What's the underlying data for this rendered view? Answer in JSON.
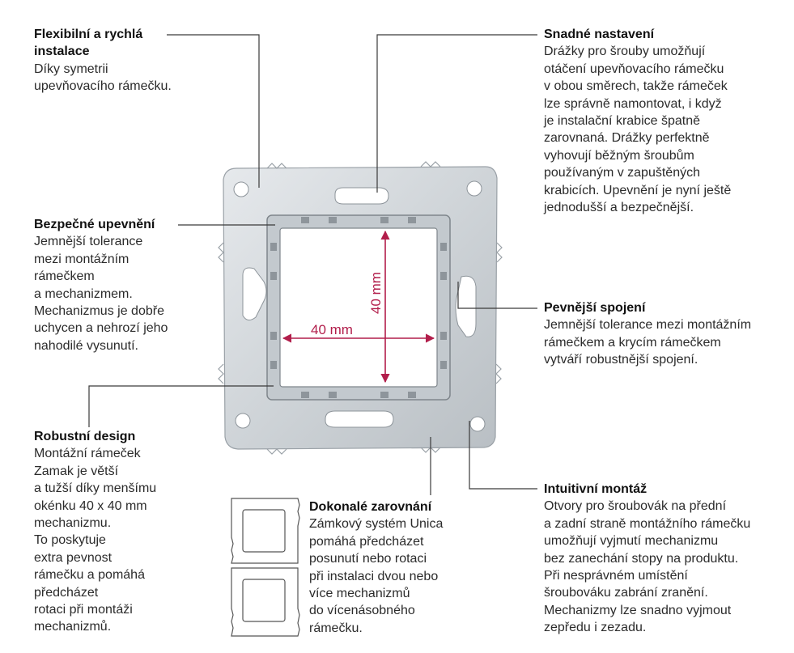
{
  "callouts": {
    "flexible": {
      "title": "Flexibilní a rychlá\ninstalace",
      "body": "Díky symetrii\nupevňovacího rámečku."
    },
    "easy_setting": {
      "title": "Snadné nastavení",
      "body": "Drážky pro šrouby umožňují\notáčení upevňovacího rámečku\nv obou směrech, takže rámeček\nlze správně namontovat, i když\nje instalační krabice špatně\nzarovnaná. Drážky perfektně\nvyhovují běžným šroubům\npoužívaným v zapuštěných\nkrabicích. Upevnění je nyní ještě\njednodušší a bezpečnější."
    },
    "secure_mount": {
      "title": "Bezpečné upevnění",
      "body": "Jemnější tolerance\nmezi montážním\nrámečkem\na mechanizmem.\nMechanizmus je dobře\nuchycen a nehrozí jeho\nnahodilé vysunutí."
    },
    "stronger_join": {
      "title": "Pevnější spojení",
      "body": "Jemnější tolerance mezi montážním\nrámečkem a krycím rámečkem\nvytváří robustnější spojení."
    },
    "robust": {
      "title": "Robustní design",
      "body": "Montážní rámeček\nZamak je větší\na tužší díky menšímu\nokénku 40 x 40 mm\nmechanizmu.\nTo poskytuje\nextra pevnost\nrámečku a pomáhá\npředcházet\nrotaci při montáži\nmechanizmů."
    },
    "alignment": {
      "title": "Dokonalé zarovnání",
      "body": "Zámkový systém Unica\npomáhá předcházet\nposunutí nebo rotaci\npři instalaci dvou nebo\nvíce mechanizmů\ndo vícenásobného\nrámečku."
    },
    "intuitive": {
      "title": "Intuitivní montáž",
      "body": "Otvory pro šroubovák na přední\na zadní straně montážního rámečku\numožňují vyjmutí mechanizmu\nbez zanechání stopy na produktu.\nPři nesprávném umístění\nšroubováku zabrání zranění.\nMechanizmy lze snadno vyjmout\nzepředu i zezadu."
    }
  },
  "dimensions": {
    "width_label": "40 mm",
    "height_label": "40 mm"
  },
  "colors": {
    "dimension": "#b21e4b",
    "leader": "#3a3a3a",
    "frame": "#d2d6da"
  }
}
